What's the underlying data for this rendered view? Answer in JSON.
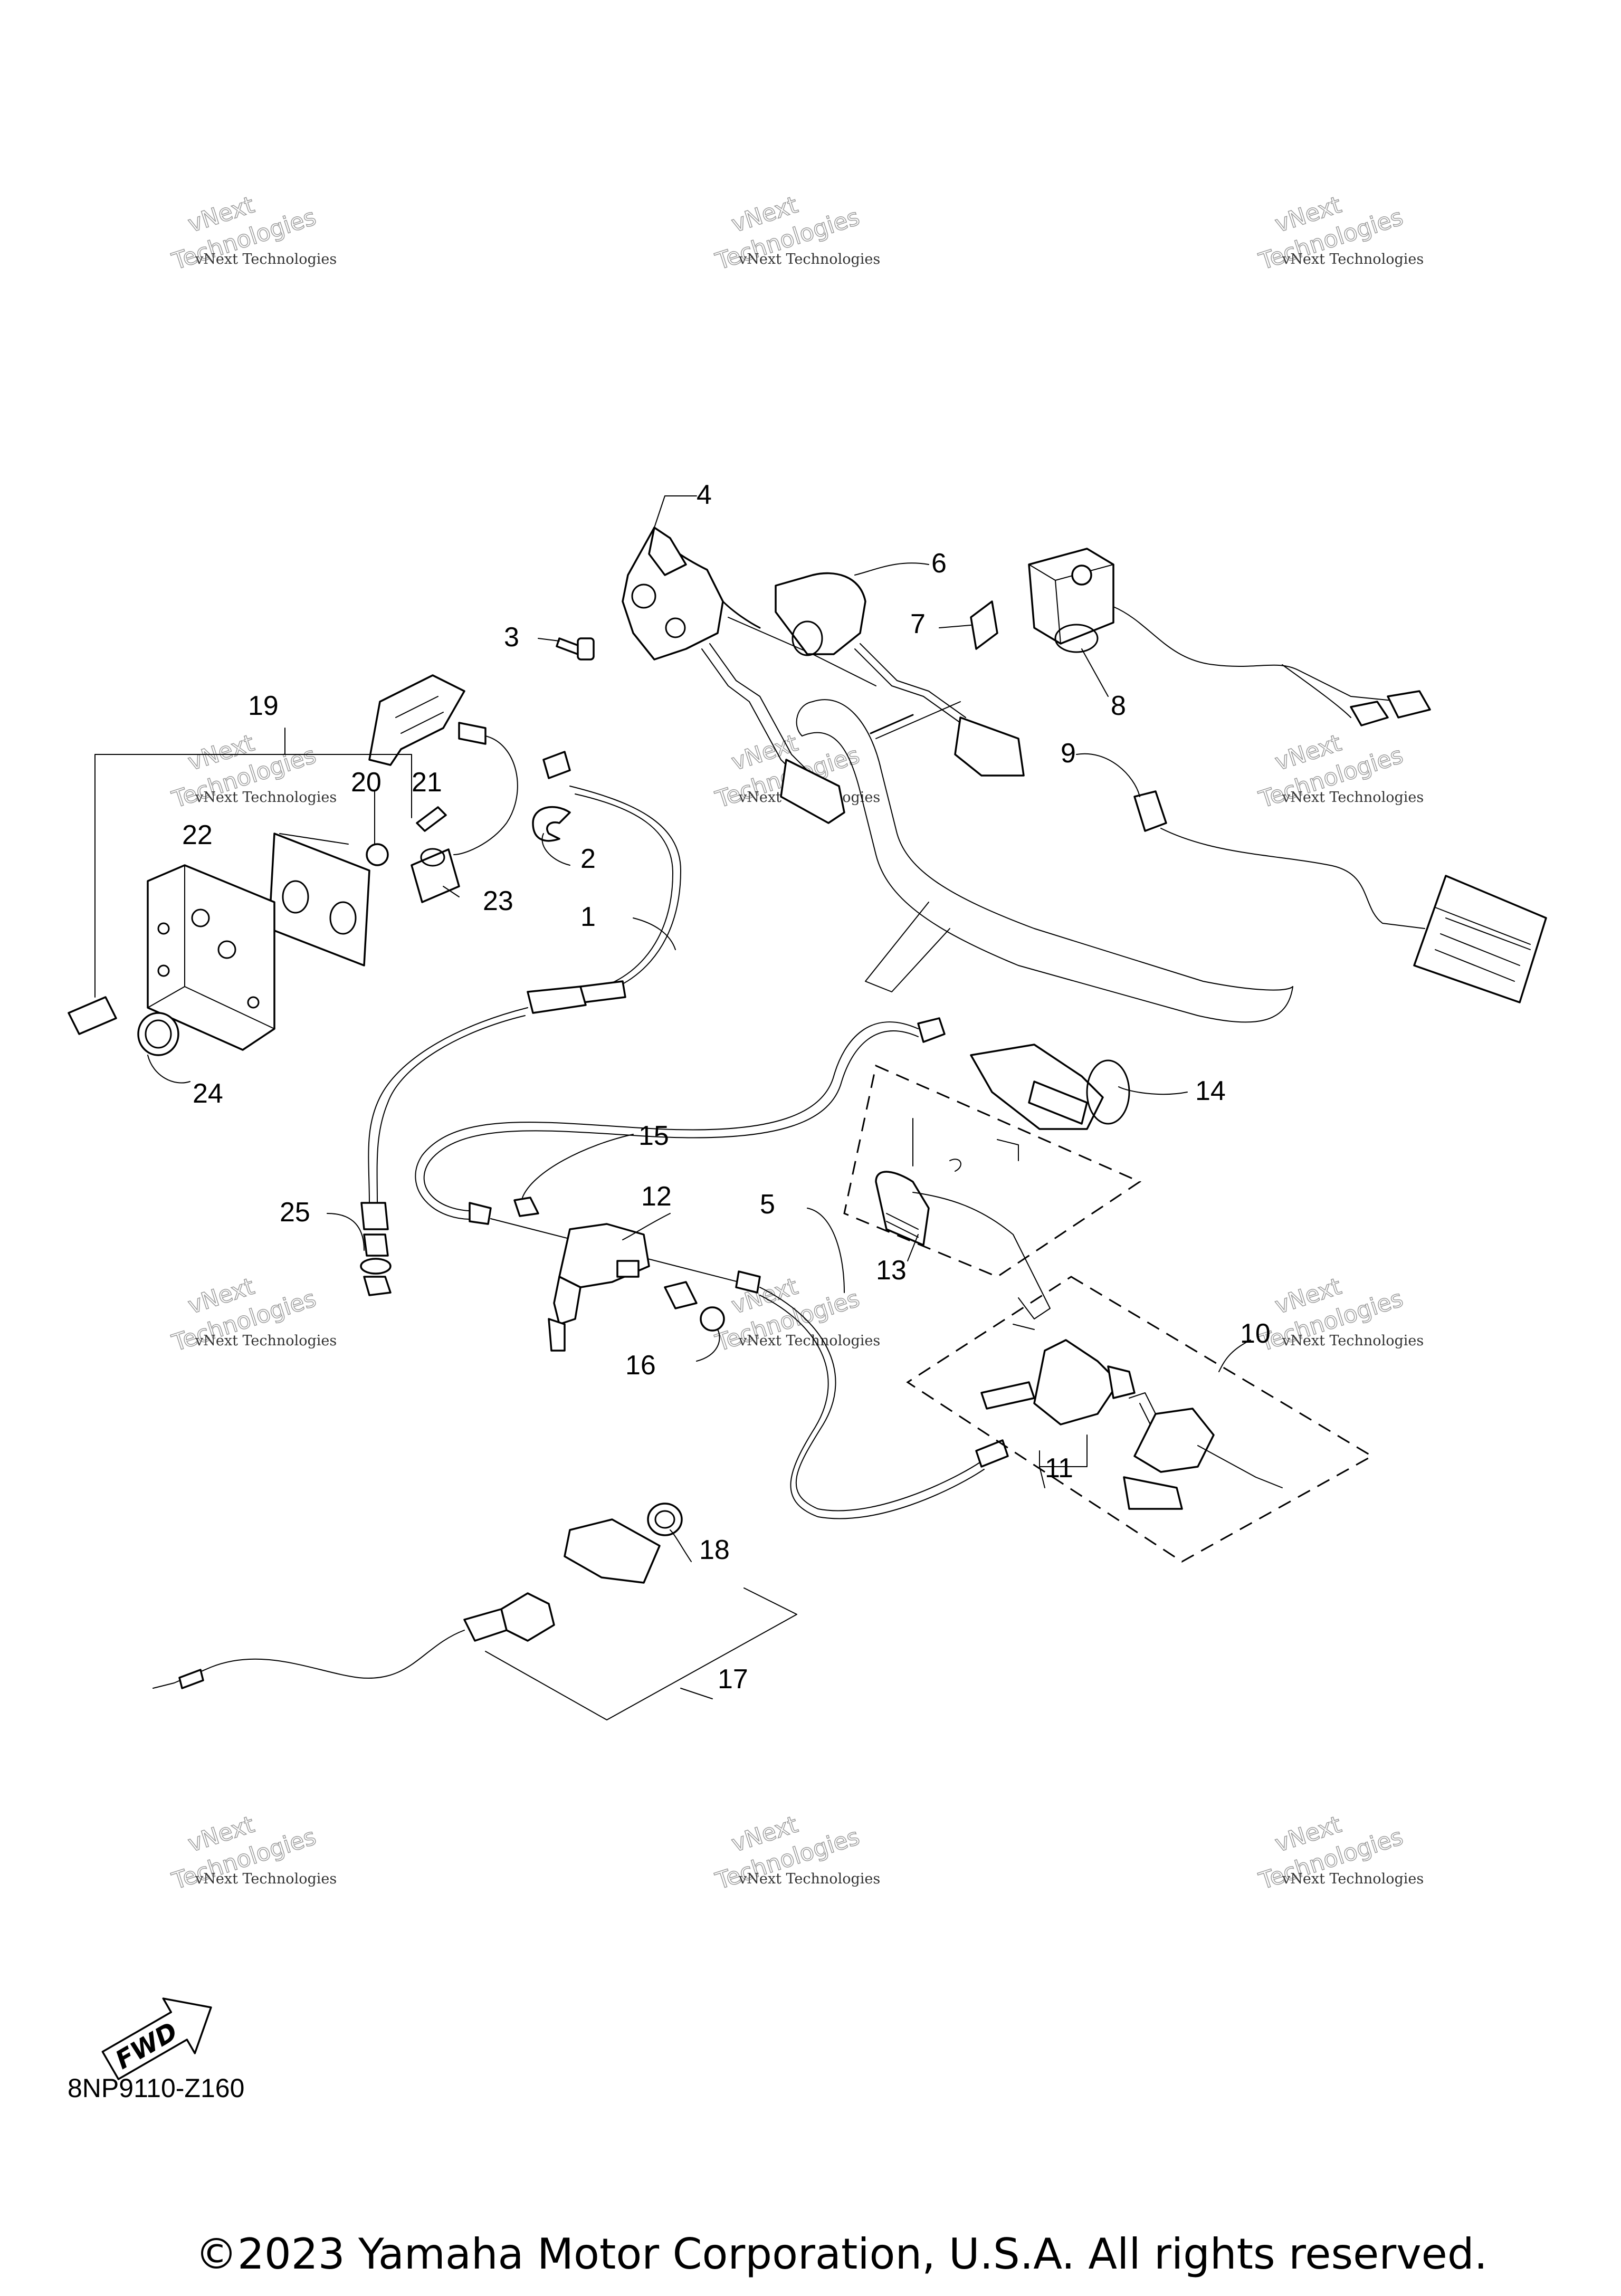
{
  "diagram_code": "8NP9110-Z160",
  "copyright": "©2023 Yamaha Motor Corporation, U.S.A. All rights reserved.",
  "fwd_label": "FWD",
  "watermark": {
    "small_text": "vNext Technologies",
    "line1": "vNext",
    "line2": "Technologies"
  },
  "callouts": [
    "1",
    "2",
    "3",
    "4",
    "5",
    "6",
    "7",
    "8",
    "9",
    "10",
    "11",
    "12",
    "13",
    "14",
    "15",
    "16",
    "17",
    "18",
    "19",
    "20",
    "21",
    "22",
    "23",
    "24",
    "25"
  ]
}
